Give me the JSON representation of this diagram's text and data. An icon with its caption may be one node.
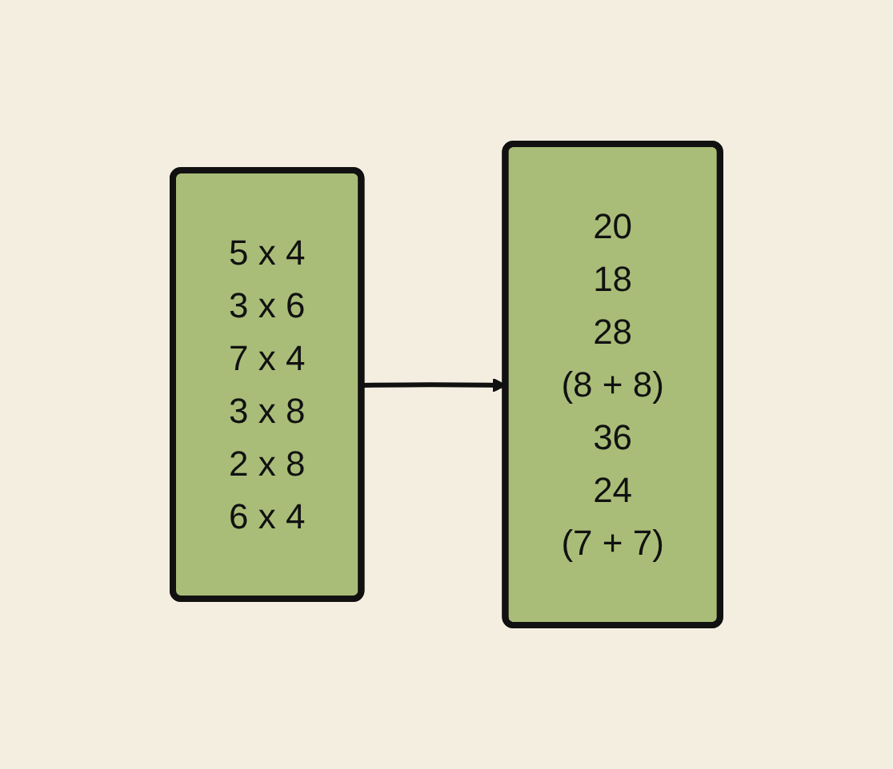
{
  "diagram": {
    "nodes": [
      {
        "text": [
          "5 x 4",
          "3 x 6",
          "7 x 4",
          "3 x 8",
          "2 x 8",
          "6 x 4"
        ]
      },
      {
        "text": [
          "20",
          "18",
          "28",
          "(8 + 8)",
          "36",
          "24",
          "(7 + 7)"
        ]
      }
    ],
    "edges": [
      {
        "from": 0,
        "to": 1,
        "arrow": "to"
      }
    ]
  }
}
